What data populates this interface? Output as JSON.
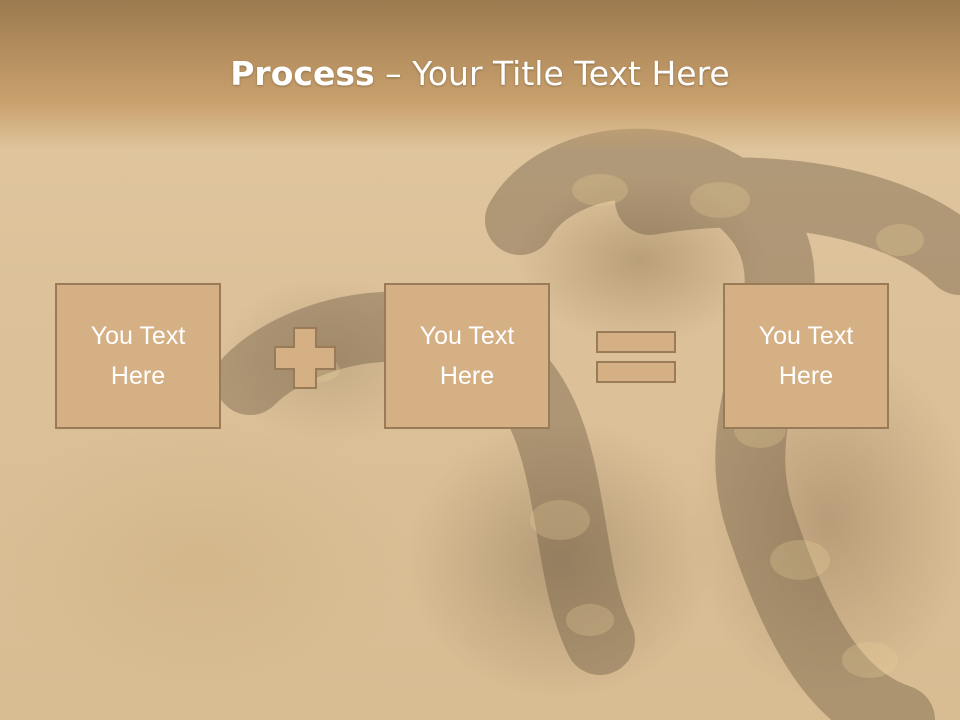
{
  "slide": {
    "title_bold": "Process",
    "title_rest": " – Your Title Text Here",
    "boxes": [
      {
        "label": "You Text Here"
      },
      {
        "label": "You Text Here"
      },
      {
        "label": "You Text Here"
      }
    ],
    "operators": [
      "plus-icon",
      "equals-icon"
    ]
  },
  "colors": {
    "box_fill": "#d5b084",
    "box_border": "#9a7b58",
    "header": "#b48e5e",
    "text": "#ffffff"
  }
}
